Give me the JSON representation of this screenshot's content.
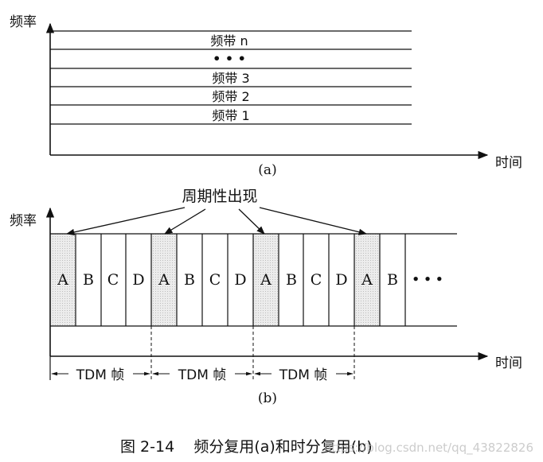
{
  "diagram_a": {
    "y_axis_label": "频率",
    "x_axis_label": "时间",
    "bands": [
      {
        "label": "频带 n"
      },
      {
        "label": "• • •"
      },
      {
        "label": "频带 3"
      },
      {
        "label": "频带 2"
      },
      {
        "label": "频带 1"
      }
    ],
    "caption": "(a)"
  },
  "diagram_b": {
    "y_axis_label": "频率",
    "x_axis_label": "时间",
    "annotation": "周期性出现",
    "slots": [
      "A",
      "B",
      "C",
      "D",
      "A",
      "B",
      "C",
      "D",
      "A",
      "B",
      "C",
      "D",
      "A",
      "B"
    ],
    "ellipsis": "• • •",
    "frames": [
      "TDM 帧",
      "TDM 帧",
      "TDM 帧"
    ],
    "caption": "(b)"
  },
  "figure_caption": "图 2-14    频分复用(a)和时分复用(b)",
  "watermark": "https://blog.csdn.net/qq_43822826",
  "colors": {
    "ink": "#111111",
    "shade": "#dcdcdc"
  }
}
